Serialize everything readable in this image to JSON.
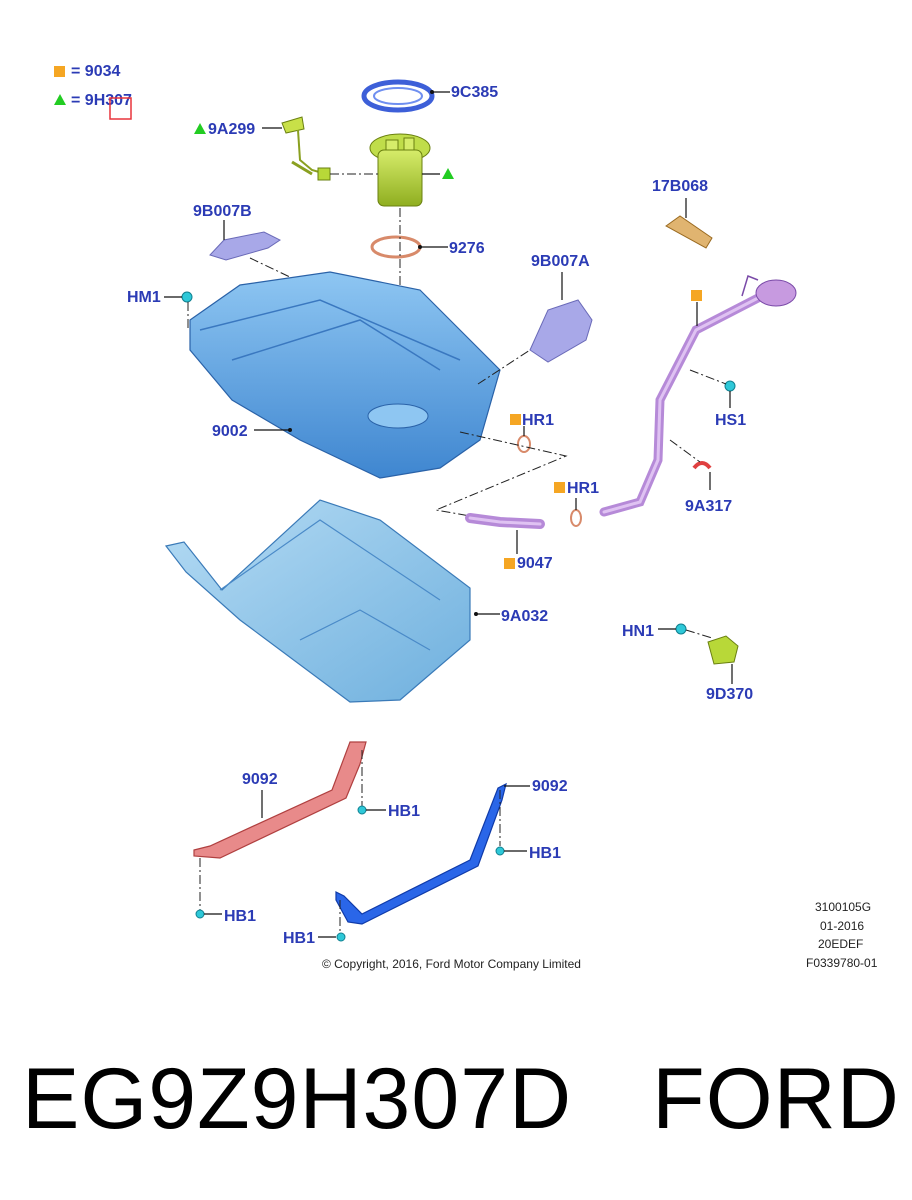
{
  "legend": [
    {
      "shape": "square",
      "color": "#f5a623",
      "text": "= 9034"
    },
    {
      "shape": "triangle",
      "color": "#22cc22",
      "text": "= 9H307"
    }
  ],
  "labels": {
    "l_9c385": "9C385",
    "l_9a299": "9A299",
    "l_9276": "9276",
    "l_9b007b": "9B007B",
    "l_17b068": "17B068",
    "l_9b007a": "9B007A",
    "l_hm1": "HM1",
    "l_hs1": "HS1",
    "l_9002": "9002",
    "l_hr1a": "HR1",
    "l_hr1b": "HR1",
    "l_9a317": "9A317",
    "l_9047": "9047",
    "l_9a032": "9A032",
    "l_hn1": "HN1",
    "l_9d370": "9D370",
    "l_9092a": "9092",
    "l_9092b": "9092",
    "l_hb1a": "HB1",
    "l_hb1b": "HB1",
    "l_hb1c": "HB1",
    "l_hb1d": "HB1"
  },
  "meta": {
    "code1": "3100105G",
    "code2": "01-2016",
    "code3": "20EDEF",
    "code4": "F0339780-01",
    "copyright": "© Copyright, 2016, Ford Motor Company Limited"
  },
  "part_number": "EG9Z9H307D",
  "brand": "FORD",
  "colors": {
    "label": "#2b3bb5",
    "tank": "#5a9fe0",
    "heat_shield": "#8cc4ea",
    "pump": "#b8d838",
    "filler": "#c79ae0",
    "strap_red": "#e06b6b",
    "strap_blue": "#1f5be0",
    "highlight": "#e8343b"
  }
}
